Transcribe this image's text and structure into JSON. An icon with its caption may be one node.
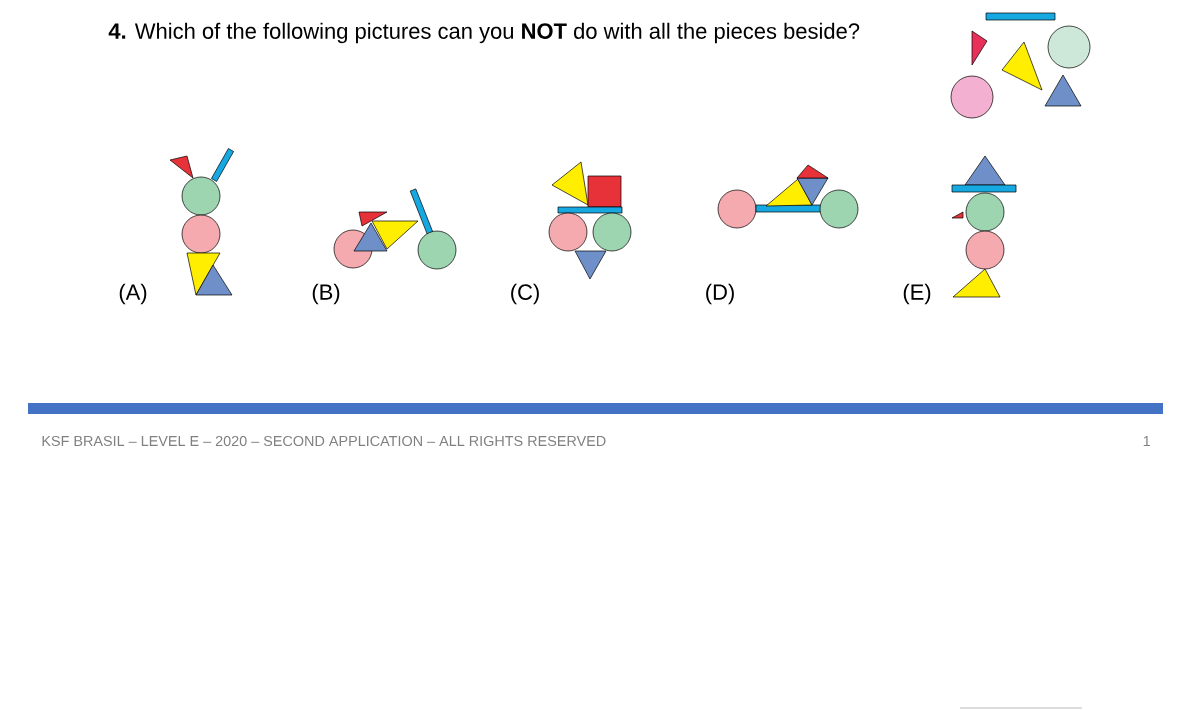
{
  "diagram": {
    "title": "**4.** Which of the following pictures can you **NOT** do with all the pieces beside?",
    "labels": [
      "(A)",
      "(B)",
      "(C)",
      "(D)",
      "(E)",
      "KSF BRASIL – LEVEL E – 2020 – SECOND APPLICATION – ALL RIGHTS RESERVED",
      "1"
    ]
  }
}
